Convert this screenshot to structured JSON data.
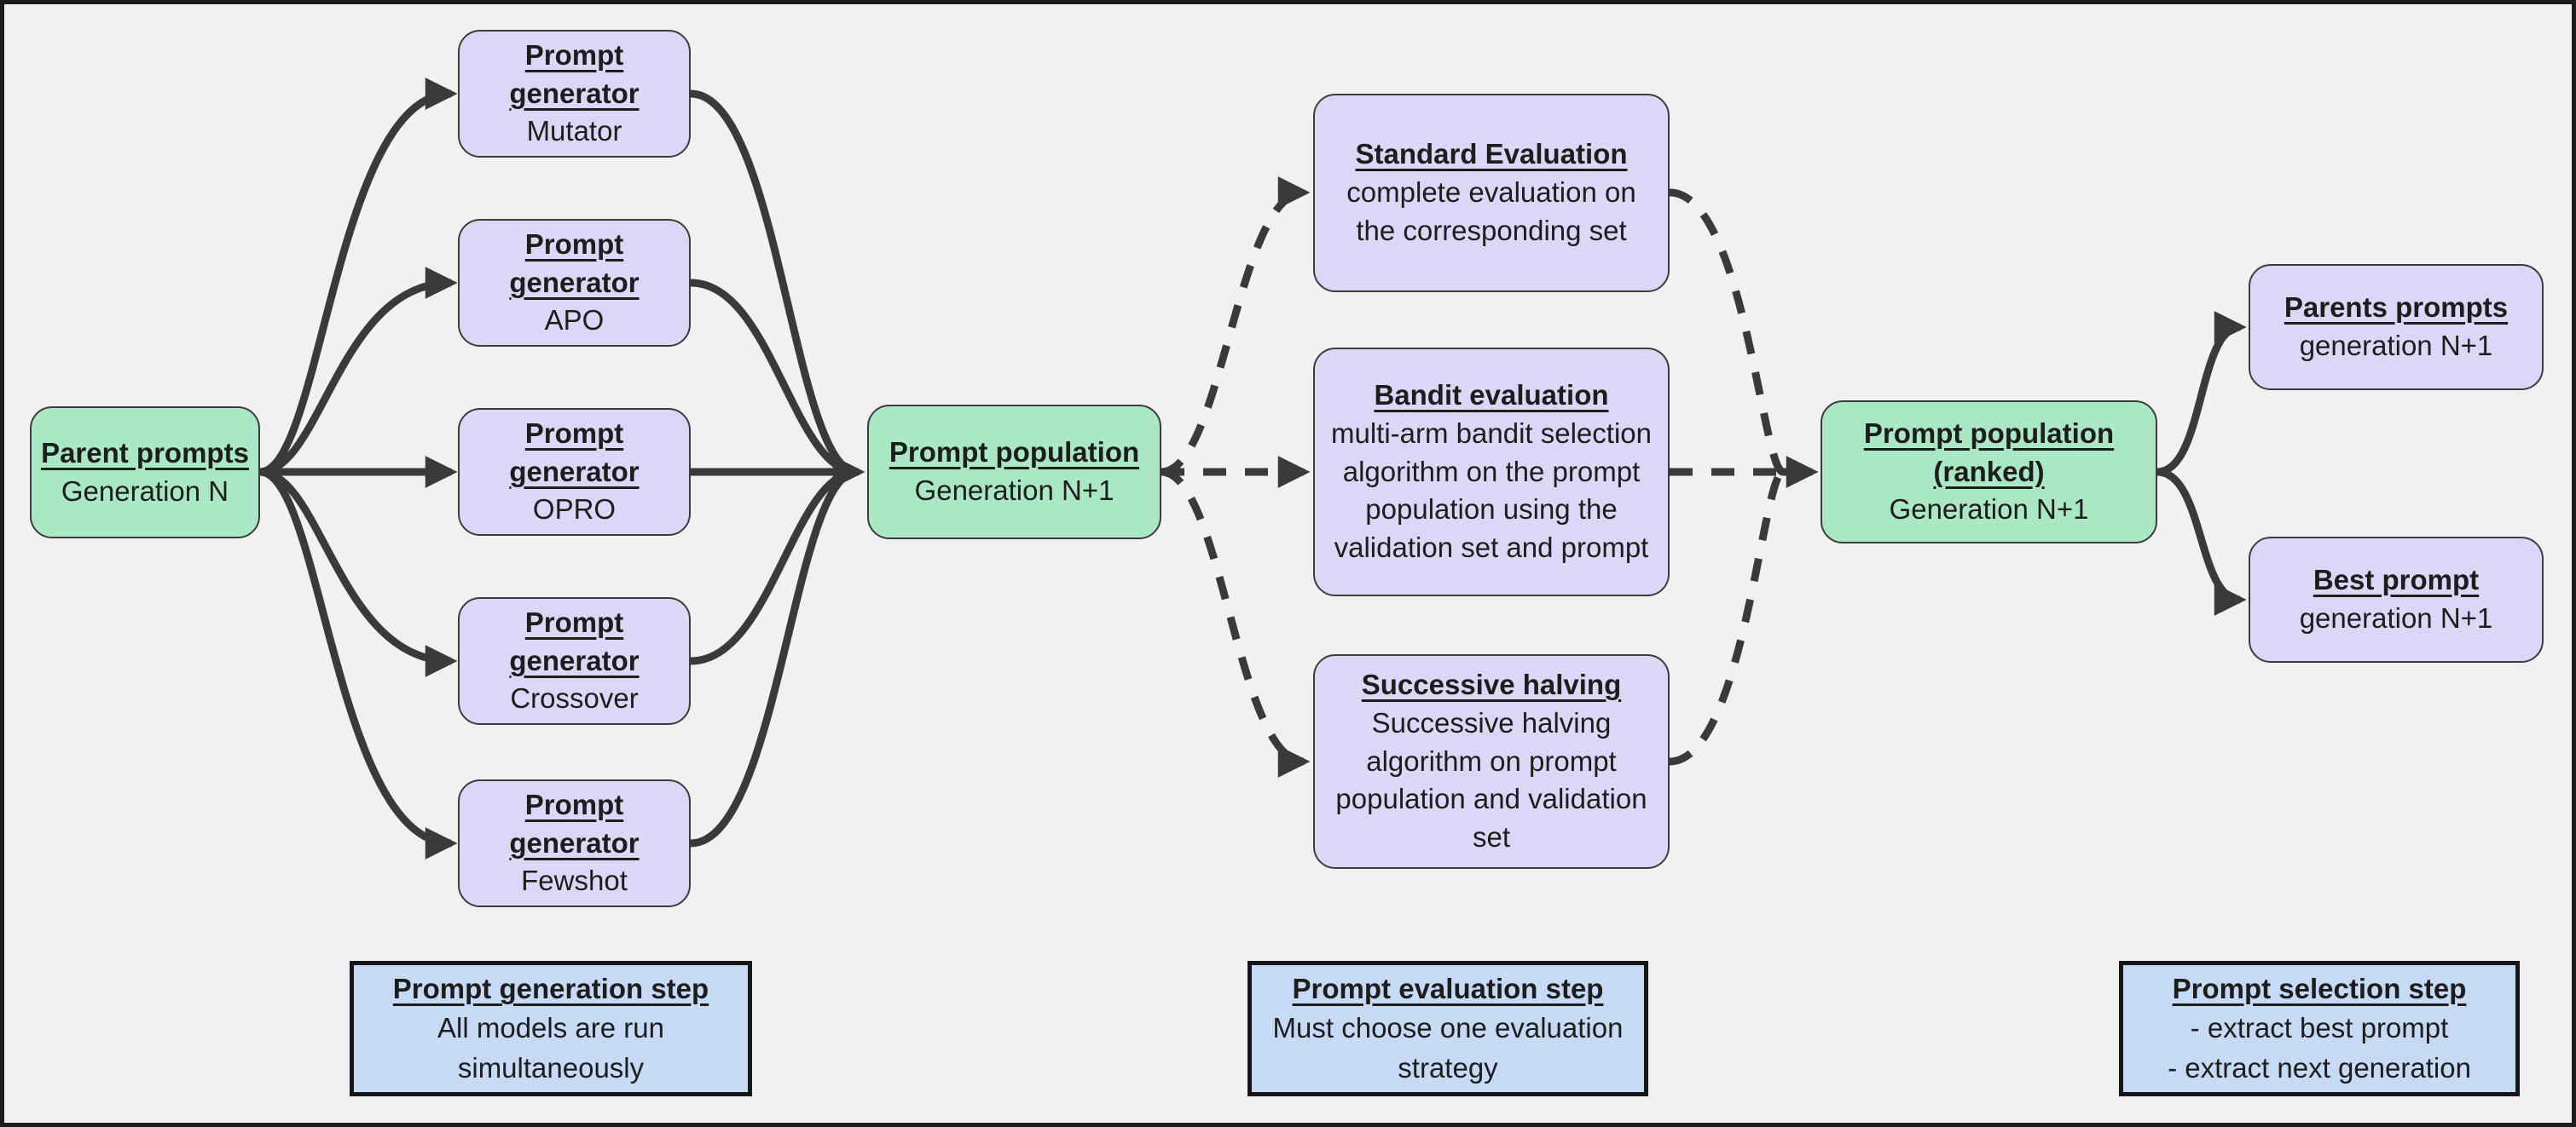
{
  "colors": {
    "bg": "#f1f1f1",
    "border": "#1c1c1c",
    "green": "#aae8c5",
    "purple": "#ddd6f7",
    "blue": "#c6daf6",
    "stroke": "#3a3a3a",
    "text": "#1d1d1d"
  },
  "nodes": {
    "parent": {
      "title": "Parent prompts",
      "subtitle": "Generation N"
    },
    "gen_mutator": {
      "title": "Prompt generator",
      "subtitle": "Mutator"
    },
    "gen_apo": {
      "title": "Prompt generator",
      "subtitle": "APO"
    },
    "gen_opro": {
      "title": "Prompt generator",
      "subtitle": "OPRO"
    },
    "gen_crossover": {
      "title": "Prompt generator",
      "subtitle": "Crossover"
    },
    "gen_fewshot": {
      "title": "Prompt generator",
      "subtitle": "Fewshot"
    },
    "population": {
      "title": "Prompt population",
      "subtitle": "Generation N+1"
    },
    "eval_standard": {
      "title": "Standard Evaluation",
      "body": "complete evaluation on the corresponding set"
    },
    "eval_bandit": {
      "title": "Bandit evaluation",
      "body": "multi-arm bandit selection algorithm on the prompt population using the validation set and prompt"
    },
    "eval_successive": {
      "title": "Successive halving",
      "body": "Successive halving algorithm on prompt population and validation set"
    },
    "ranked": {
      "title": "Prompt population (ranked)",
      "subtitle": "Generation N+1"
    },
    "parents_out": {
      "title": "Parents prompts",
      "subtitle": "generation N+1"
    },
    "best_out": {
      "title": "Best prompt",
      "subtitle": "generation N+1"
    }
  },
  "steps": {
    "generation": {
      "title": "Prompt generation step",
      "body": "All models are run simultaneously"
    },
    "evaluation": {
      "title": "Prompt evaluation step",
      "body": "Must choose one evaluation strategy"
    },
    "selection": {
      "title": "Prompt selection step",
      "lines": [
        "- extract best prompt",
        "- extract next generation"
      ]
    }
  }
}
